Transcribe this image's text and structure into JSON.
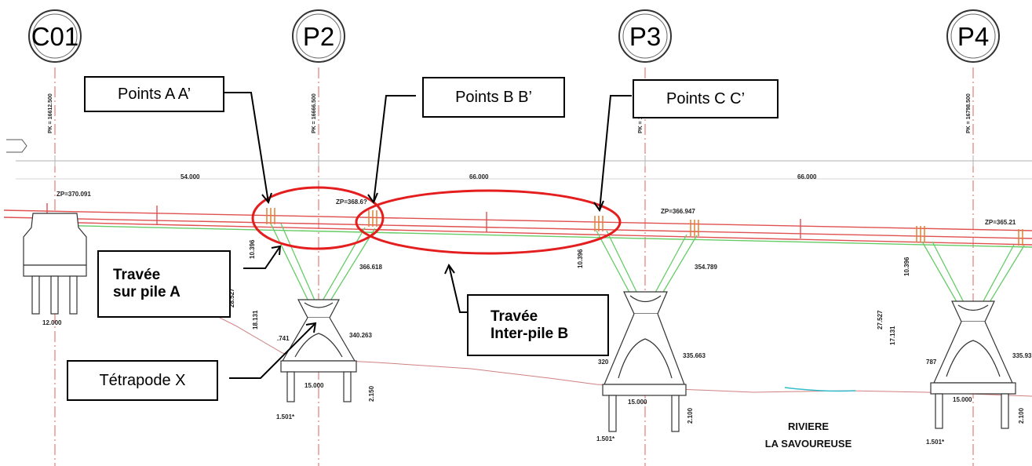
{
  "axes": {
    "c01": "C01",
    "p2": "P2",
    "p3": "P3",
    "p4": "P4"
  },
  "pk": {
    "c01": "PK = 16612.500",
    "p2": "PK = 16666.500",
    "p3": "PK = 16...500",
    "p4": "PK = 16798.500"
  },
  "spans": {
    "s1": "54.000",
    "s2": "66.000",
    "s3": "66.000"
  },
  "levels": {
    "zp_c01": "ZP=370.091",
    "zp_p2": "ZP=368.6?",
    "zp_p3": "ZP=366.947",
    "zp_p4": "ZP=365.21",
    "l_p2a": "366.618",
    "l_p2b": "340.263",
    "l_p3a": "354.789",
    "l_p3b": "335.663",
    "l_p4b": "335.93"
  },
  "dims": {
    "c01_width": "12.000",
    "h_p2a": "10.396",
    "h_p2b": "18.131",
    "h_p2c": "28.527",
    "h_p3a": "10.396",
    "h_p3b": "17.131",
    "h_p3c": "27.527",
    "h_p4a": "10.396",
    "w_p2": "15.000",
    "w_p3": "15.000",
    "w_p4": "15.000",
    "d_p2": "2.150",
    "d_p3": "2.100",
    "d_p4": "2.100",
    "e_p2": ".741",
    "e_p3": "320",
    "e_p4": "787",
    "pile_p2": "1.501*",
    "pile_p3": "1.501*",
    "pile_p4": "1.501*"
  },
  "river": {
    "line1": "RIVIERE",
    "line2": "LA SAVOUREUSE"
  },
  "callouts": {
    "points_a": "Points A A’",
    "points_b": "Points B B’",
    "points_c": "Points C C’",
    "travee_a_1": "Travée",
    "travee_a_2": "sur pile A",
    "travee_b_1": "Travée",
    "travee_b_2": "Inter-pile B",
    "tetrapode": "Tétrapode X"
  }
}
